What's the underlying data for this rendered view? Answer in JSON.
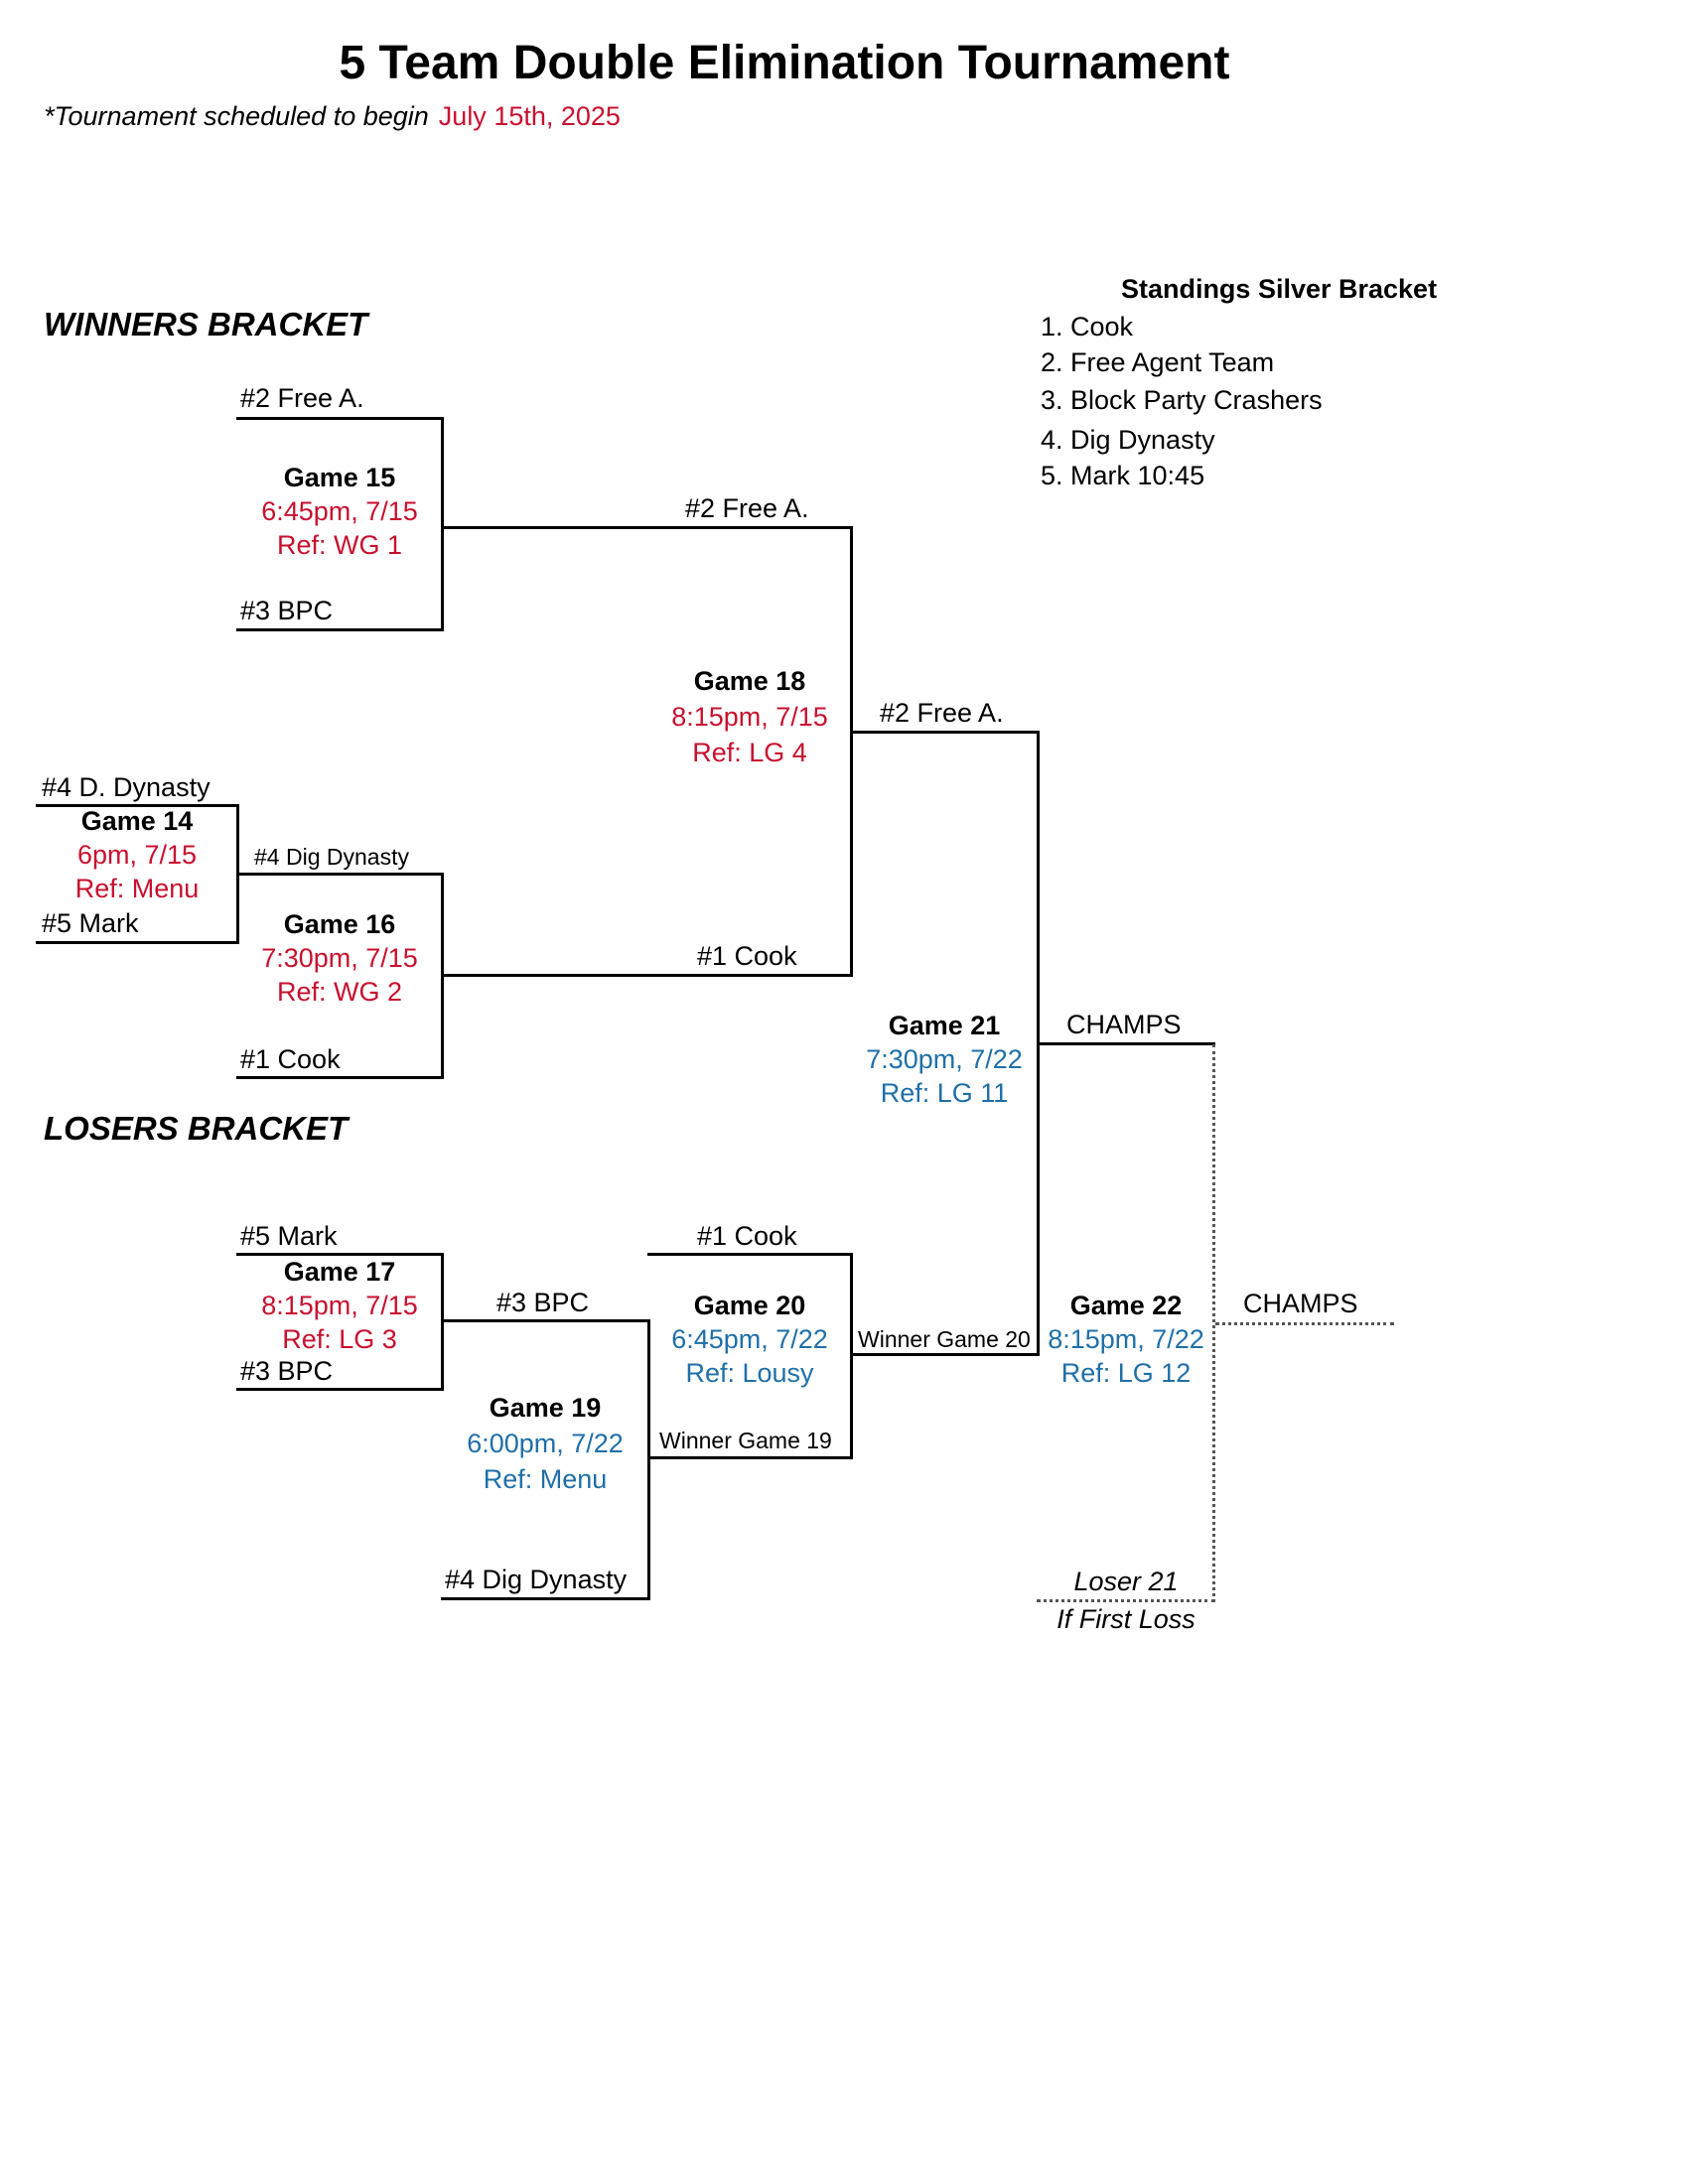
{
  "title": "5 Team Double Elimination Tournament",
  "subtitle": {
    "note": "*Tournament scheduled to begin",
    "date": "July 15th, 2025"
  },
  "sections": {
    "winners": "WINNERS BRACKET",
    "losers": "LOSERS BRACKET"
  },
  "standings": {
    "title": "Standings Silver Bracket",
    "items": [
      "1. Cook",
      "2. Free Agent Team",
      "3. Block Party Crashers",
      "4. Dig Dynasty",
      "5. Mark 10:45"
    ]
  },
  "games": {
    "g14": {
      "name": "Game 14",
      "time": "6pm, 7/15",
      "ref": "Ref: Menu"
    },
    "g15": {
      "name": "Game 15",
      "time": "6:45pm, 7/15",
      "ref": "Ref: WG 1"
    },
    "g16": {
      "name": "Game 16",
      "time": "7:30pm, 7/15",
      "ref": "Ref: WG 2"
    },
    "g17": {
      "name": "Game 17",
      "time": "8:15pm, 7/15",
      "ref": "Ref: LG 3"
    },
    "g18": {
      "name": "Game 18",
      "time": "8:15pm, 7/15",
      "ref": "Ref: LG 4"
    },
    "g19": {
      "name": "Game 19",
      "time": "6:00pm, 7/22",
      "ref": "Ref: Menu"
    },
    "g20": {
      "name": "Game 20",
      "time": "6:45pm, 7/22",
      "ref": "Ref: Lousy"
    },
    "g21": {
      "name": "Game 21",
      "time": "7:30pm, 7/22",
      "ref": "Ref: LG 11"
    },
    "g22": {
      "name": "Game 22",
      "time": "8:15pm, 7/22",
      "ref": "Ref: LG 12"
    }
  },
  "slots": {
    "g15_top": "#2 Free A.",
    "g15_bottom": "#3 BPC",
    "g14_top": "#4 D. Dynasty",
    "g14_bottom": "#5 Mark",
    "g16_top": "#4 Dig Dynasty",
    "g16_bottom": "#1 Cook",
    "g18_top": "#2 Free A.",
    "g18_bottom": "#1 Cook",
    "g21_top": "#2 Free A.",
    "g21_winner": "CHAMPS",
    "g17_top": "#5 Mark",
    "g17_bottom": "#3 BPC",
    "g19_top": "#3 BPC",
    "g19_bottom": "#4 Dig Dynasty",
    "g20_top": "#1 Cook",
    "g20_bottom": "Winner Game 19",
    "g21_bottom": "Winner Game 20",
    "g22_winner": "CHAMPS",
    "g22_bottom": "Loser 21",
    "g22_note": "If First Loss"
  }
}
